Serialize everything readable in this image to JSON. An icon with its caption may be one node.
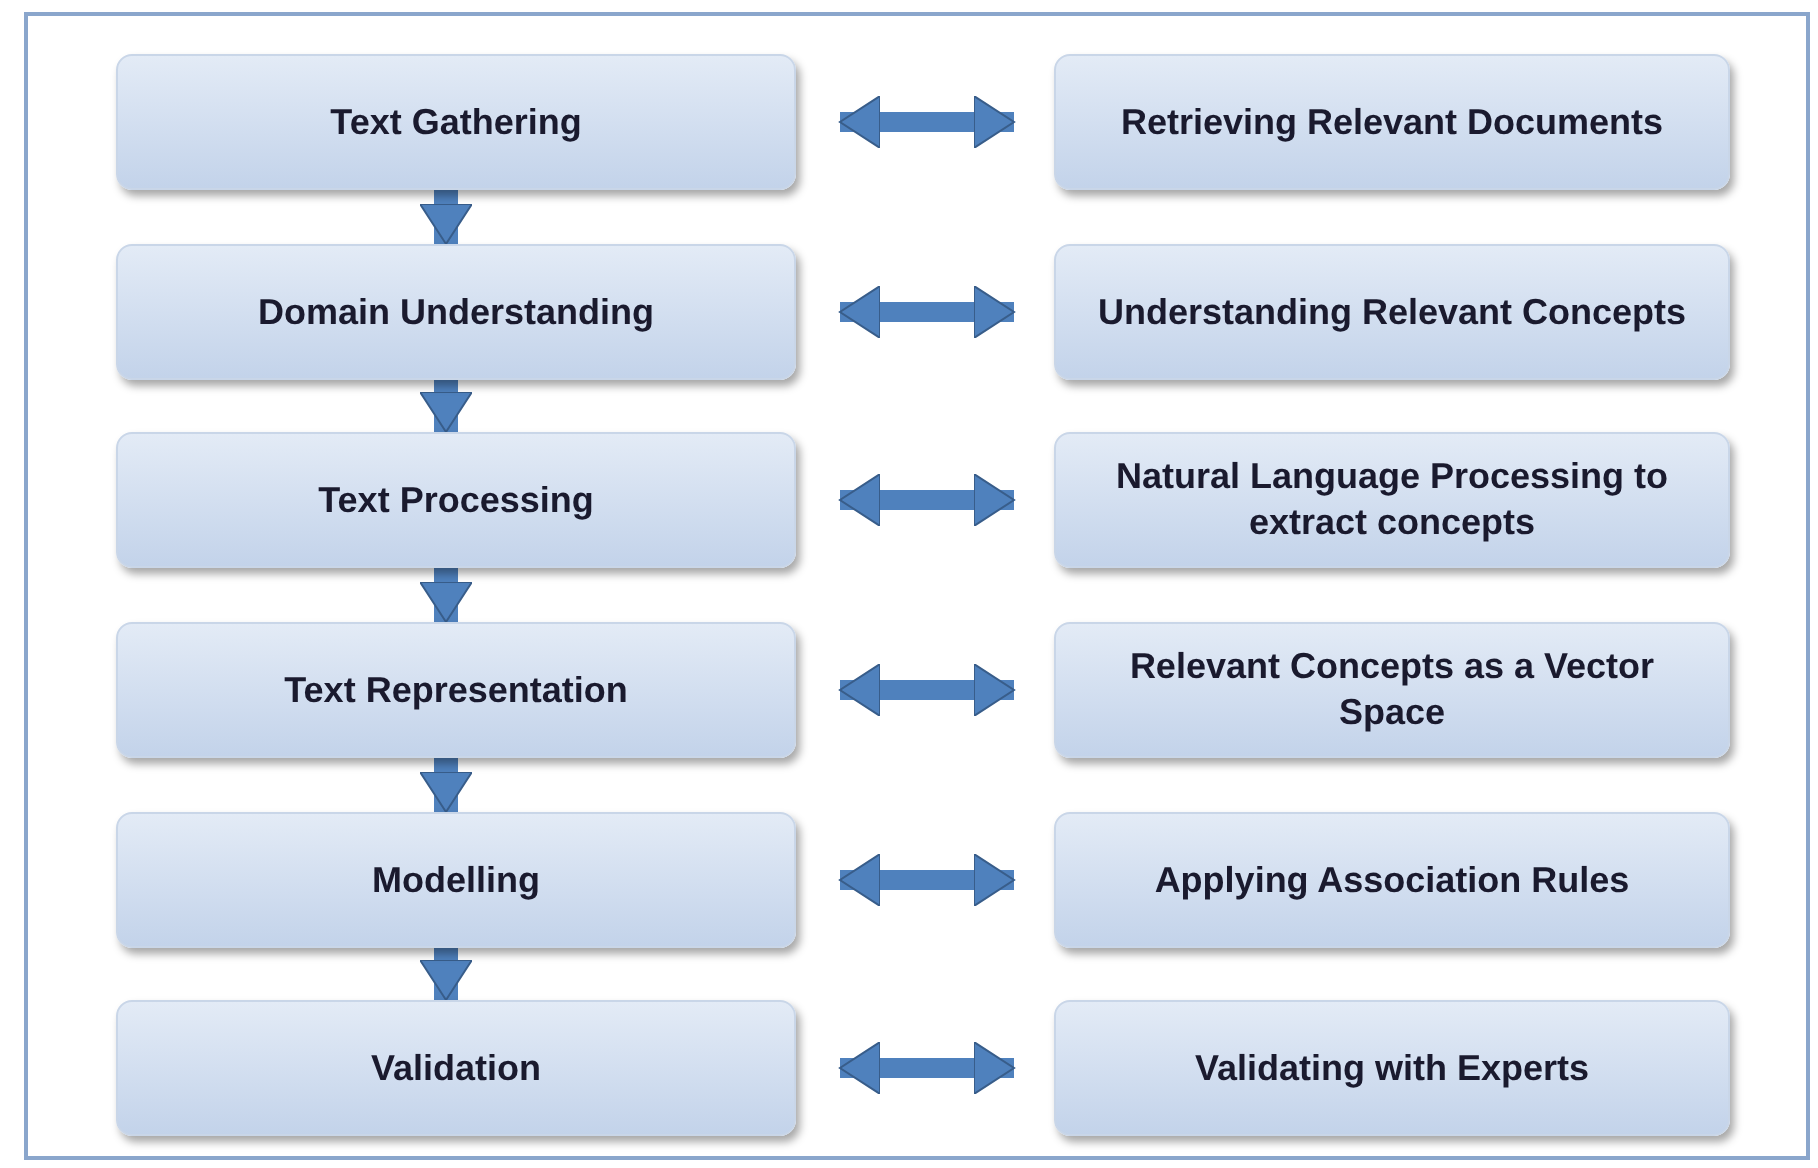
{
  "diagram": {
    "nodes": [
      {
        "text": [
          "Text Gathering"
        ]
      },
      {
        "text": [
          "Domain Understanding"
        ]
      },
      {
        "text": [
          "Text Processing"
        ]
      },
      {
        "text": [
          "Text Representation"
        ]
      },
      {
        "text": [
          "Modelling"
        ]
      },
      {
        "text": [
          "Validation"
        ]
      },
      {
        "text": [
          "Retrieving Relevant Documents"
        ]
      },
      {
        "text": [
          "Understanding  Relevant Concepts"
        ]
      },
      {
        "text": [
          "Natural Language Processing to extract concepts"
        ]
      },
      {
        "text": [
          "Relevant Concepts as a Vector Space"
        ]
      },
      {
        "text": [
          "Applying Association Rules"
        ]
      },
      {
        "text": [
          "Validating with Experts"
        ]
      }
    ],
    "edges": [
      {
        "from": 0,
        "to": 1,
        "arrow": "to"
      },
      {
        "from": 1,
        "to": 2,
        "arrow": "to"
      },
      {
        "from": 2,
        "to": 3,
        "arrow": "to"
      },
      {
        "from": 3,
        "to": 4,
        "arrow": "to"
      },
      {
        "from": 4,
        "to": 5,
        "arrow": "to"
      },
      {
        "from": 0,
        "to": 6,
        "arrow": "both"
      },
      {
        "from": 1,
        "to": 7,
        "arrow": "both"
      },
      {
        "from": 2,
        "to": 8,
        "arrow": "both"
      },
      {
        "from": 3,
        "to": 9,
        "arrow": "both"
      },
      {
        "from": 4,
        "to": 10,
        "arrow": "both"
      },
      {
        "from": 5,
        "to": 11,
        "arrow": "both"
      }
    ]
  }
}
